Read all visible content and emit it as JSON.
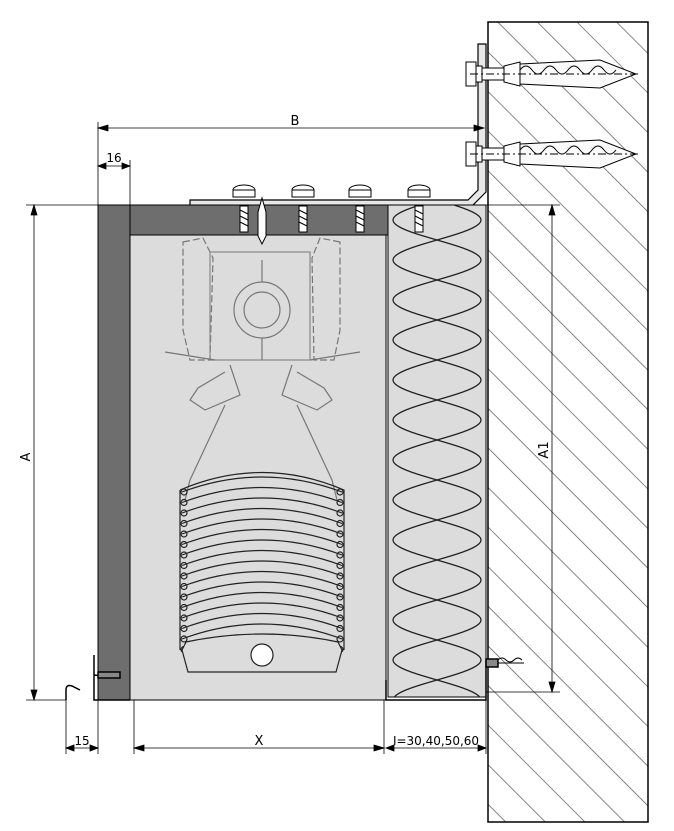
{
  "dimensions": {
    "a": "A",
    "a1": "A1",
    "b": "B",
    "x": "X",
    "top_offset": "16",
    "bottom_offset": "15",
    "insulation": "I=30,40,50,60"
  },
  "colors": {
    "frame": "#6e6e6e",
    "cavity": "#dcdcdc",
    "lines": "#000000",
    "wall_hatch": "#555555"
  }
}
